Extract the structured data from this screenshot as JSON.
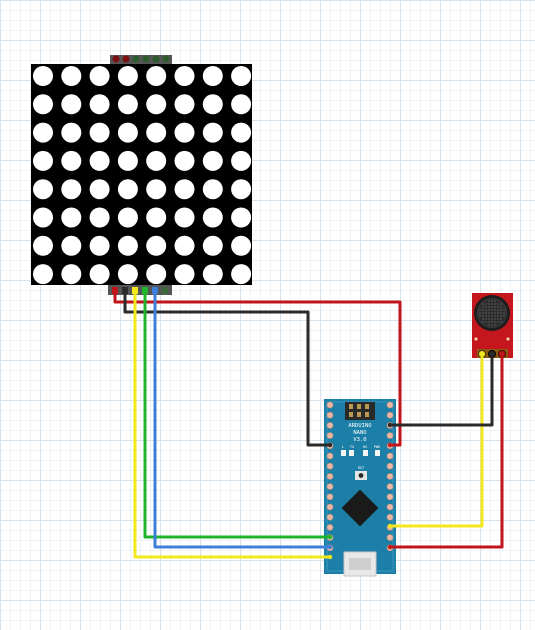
{
  "board": {
    "name": "ARDUINO",
    "model": "NANO",
    "version": "V3.0",
    "labels": {
      "l": "L",
      "tx": "TX",
      "rx": "RX",
      "pwr": "PWR",
      "rst": "RST"
    }
  },
  "colors": {
    "vcc_wire": "#c0161b",
    "gnd_wire": "#2a2a2a",
    "signal_yellow": "#f2e81d",
    "signal_green": "#1fb52b",
    "signal_blue": "#3d7fd8",
    "board": "#1c7fa8",
    "sensor": "#c4161c",
    "matrix": "#000000"
  },
  "components": [
    "led-matrix-8x8",
    "arduino-nano",
    "microphone-sound-sensor"
  ]
}
